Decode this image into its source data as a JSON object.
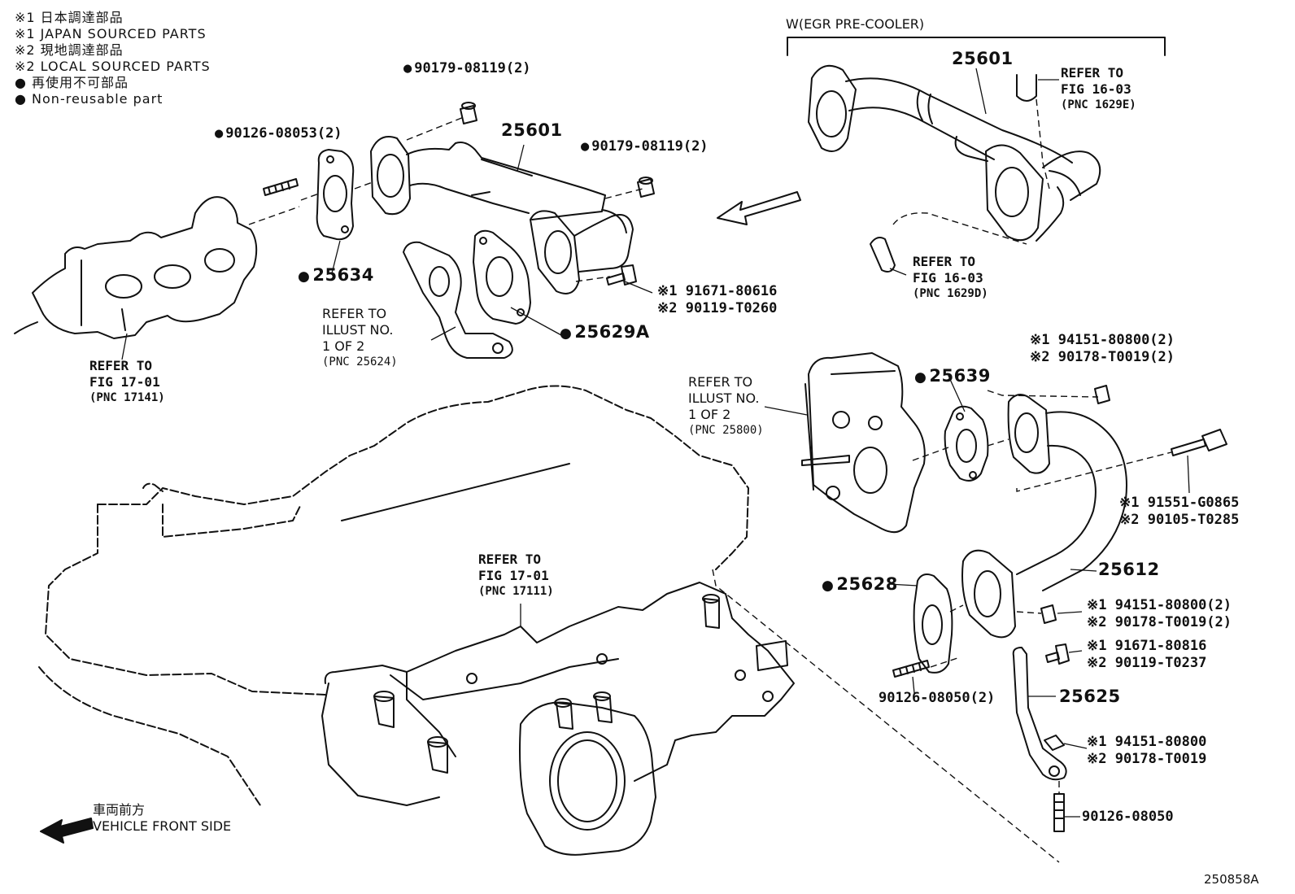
{
  "legend": [
    "※1 日本調達部品",
    "※1 JAPAN SOURCED PARTS",
    "※2 現地調達部品",
    "※2 LOCAL SOURCED PARTS",
    "● 再使用不可部品",
    "● Non-reusable part"
  ],
  "variant_label": "W(EGR PRE-COOLER)",
  "parts": {
    "p25601_top": "25601",
    "p25601_mid": "25601",
    "p25634": "25634",
    "p25629A": "25629A",
    "p25639": "25639",
    "p25628": "25628",
    "p25612": "25612",
    "p25625": "25625",
    "p90179_a": "90179-08119(2)",
    "p90179_b": "90179-08119(2)",
    "p90126_08053": "90126-08053(2)",
    "p90126_08050_2": "90126-08050(2)",
    "p90126_08050": "90126-08050"
  },
  "dual_parts": {
    "bolt_91671_80616": [
      "※1 91671-80616",
      "※2 90119-T0260"
    ],
    "nut_94151_top": [
      "※1 94151-80800(2)",
      "※2 90178-T0019(2)"
    ],
    "bolt_91551": [
      "※1 91551-G0865",
      "※2 90105-T0285"
    ],
    "nut_94151_mid": [
      "※1 94151-80800(2)",
      "※2 90178-T0019(2)"
    ],
    "bolt_91671_80816": [
      "※1 91671-80816",
      "※2 90119-T0237"
    ],
    "nut_94151_bottom": [
      "※1 94151-80800",
      "※2 90178-T0019"
    ]
  },
  "refs": {
    "fig1603_a": [
      "REFER TO",
      "FIG 16-03",
      "(PNC 1629E)"
    ],
    "fig1603_b": [
      "REFER TO",
      "FIG 16-03",
      "(PNC 1629D)"
    ],
    "fig1701_a": [
      "REFER TO",
      "FIG 17-01",
      "(PNC 17141)"
    ],
    "fig1701_b": [
      "REFER TO",
      "FIG 17-01",
      "(PNC 17111)"
    ],
    "illust_25624": [
      "REFER TO",
      "ILLUST NO.",
      "1 OF 2",
      "(PNC 25624)"
    ],
    "illust_25800": [
      "REFER TO",
      "ILLUST NO.",
      "1 OF 2",
      "(PNC 25800)"
    ]
  },
  "front": [
    "車両前方",
    "VEHICLE FRONT SIDE"
  ],
  "figure_code": "250858A"
}
